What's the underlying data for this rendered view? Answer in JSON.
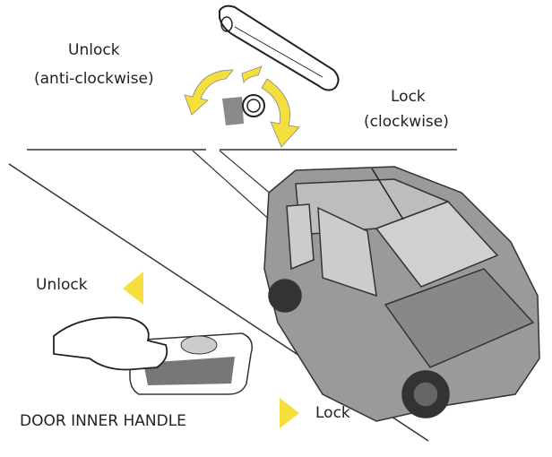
{
  "labels": {
    "outer_unlock": "Unlock",
    "outer_unlock_dir": "(anti-clockwise)",
    "outer_lock": "Lock",
    "outer_lock_dir": "(clockwise)",
    "inner_unlock": "Unlock",
    "inner_lock": "Lock",
    "inner_handle_title": "DOOR INNER HANDLE"
  },
  "colors": {
    "arrow": "#f4df3c",
    "car": "#9a9a9a",
    "outline": "#333333"
  },
  "icons": [
    "door-handle-icon",
    "key-cylinder-icon",
    "rotate-arrow-icon",
    "triangle-left-icon",
    "triangle-right-icon",
    "car-illustration",
    "hand-on-handle-illustration"
  ]
}
